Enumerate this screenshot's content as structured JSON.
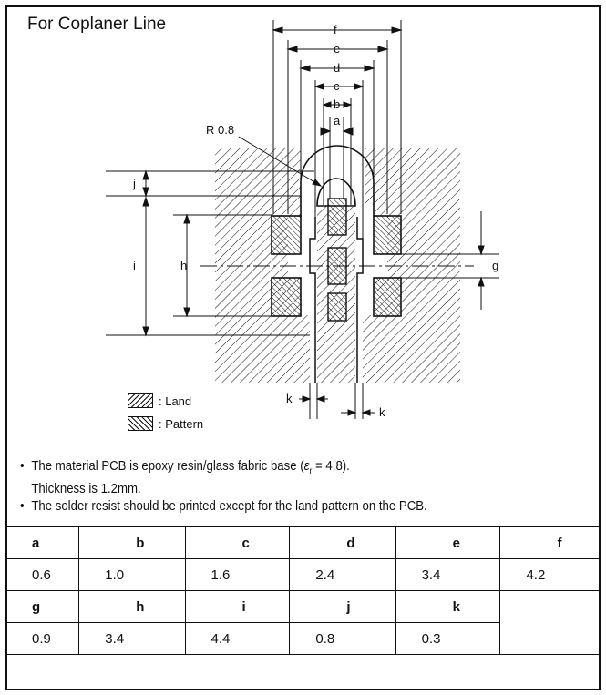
{
  "title": "For Coplaner Line",
  "diagram": {
    "radius_label": "R 0.8",
    "dim_labels": [
      "f",
      "e",
      "d",
      "c",
      "b",
      "a",
      "j",
      "i",
      "h",
      "g",
      "k",
      "k"
    ]
  },
  "legend": {
    "land": ": Land",
    "pattern": ": Pattern"
  },
  "notes": {
    "line1_pre": "The material PCB is epoxy resin/glass fabric base (",
    "epsilon_sym": "ε",
    "epsilon_sub": "r",
    "line1_post": " = 4.8).",
    "line1_cont": "Thickness is 1.2mm.",
    "line2": "The solder resist should be printed except for the land pattern on the PCB."
  },
  "table": {
    "header1": [
      "a",
      "b",
      "c",
      "d",
      "e",
      "f"
    ],
    "row1": [
      "0.6",
      "1.0",
      "1.6",
      "2.4",
      "3.4",
      "4.2"
    ],
    "header2": [
      "g",
      "h",
      "i",
      "j",
      "k"
    ],
    "row2": [
      "0.9",
      "3.4",
      "4.4",
      "0.8",
      "0.3"
    ]
  }
}
